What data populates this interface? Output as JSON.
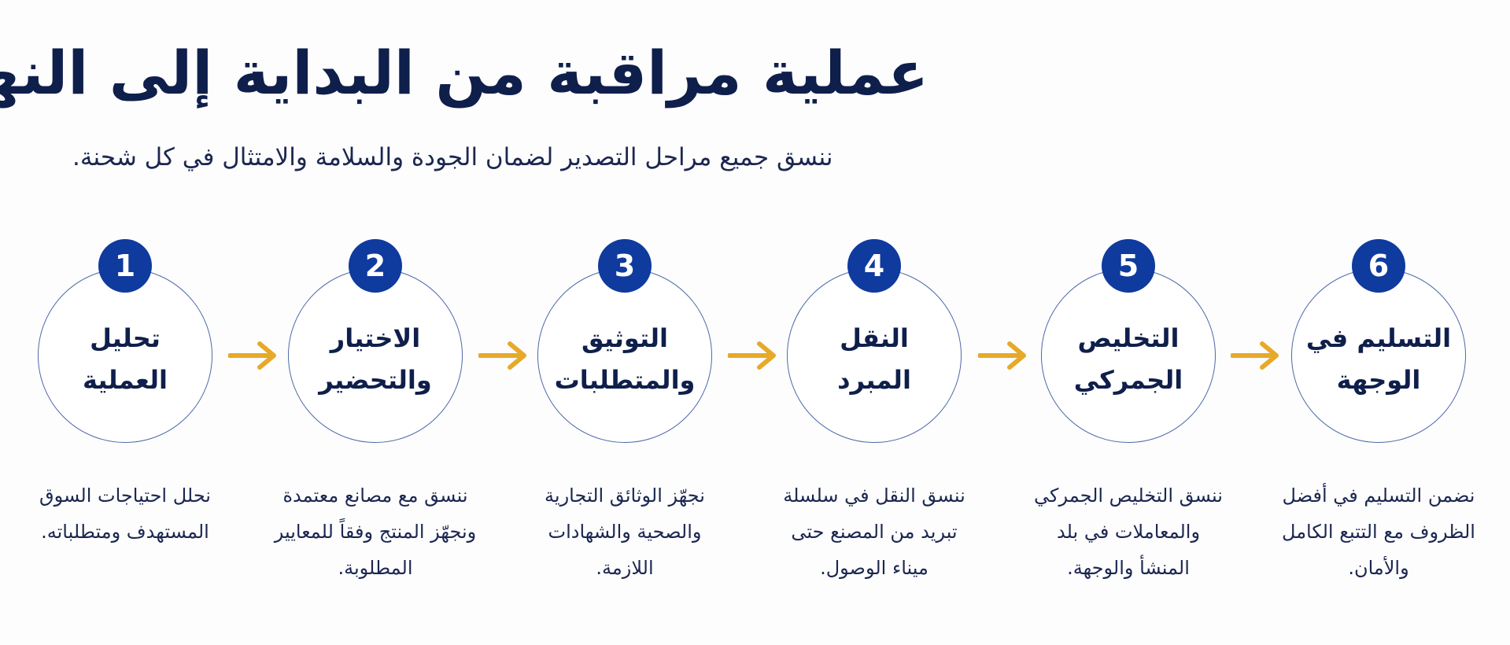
{
  "title": "عملية مراقبة من البداية إلى النهاية",
  "subtitle": "ننسق جميع مراحل التصدير لضمان الجودة والسلامة والامتثال في كل شحنة.",
  "colors": {
    "navy": "#0f1f4b",
    "badge": "#0f3a9e",
    "circle_border": "#4d69a8",
    "arrow": "#e7a92a"
  },
  "steps": [
    {
      "number": "1",
      "label_line1": "تحليل",
      "label_line2": "العملية",
      "desc_line1": "نحلل احتياجات السوق",
      "desc_line2": "المستهدف ومتطلباته.",
      "desc_line3": ""
    },
    {
      "number": "2",
      "label_line1": "الاختيار",
      "label_line2": "والتحضير",
      "desc_line1": "ننسق مع مصانع معتمدة",
      "desc_line2": "ونجهّز المنتج وفقاً للمعايير",
      "desc_line3": "المطلوبة."
    },
    {
      "number": "3",
      "label_line1": "التوثيق",
      "label_line2": "والمتطلبات",
      "desc_line1": "نجهّز الوثائق التجارية",
      "desc_line2": "والصحية والشهادات",
      "desc_line3": "اللازمة."
    },
    {
      "number": "4",
      "label_line1": "النقل",
      "label_line2": "المبرد",
      "desc_line1": "ننسق النقل في سلسلة",
      "desc_line2": "تبريد من المصنع حتى",
      "desc_line3": "ميناء الوصول."
    },
    {
      "number": "5",
      "label_line1": "التخليص",
      "label_line2": "الجمركي",
      "desc_line1": "ننسق التخليص الجمركي",
      "desc_line2": "والمعاملات في بلد",
      "desc_line3": "المنشأ والوجهة."
    },
    {
      "number": "6",
      "label_line1": "التسليم في",
      "label_line2": "الوجهة",
      "desc_line1": "نضمن التسليم في أفضل",
      "desc_line2": "الظروف مع التتبع الكامل",
      "desc_line3": "والأمان."
    }
  ]
}
